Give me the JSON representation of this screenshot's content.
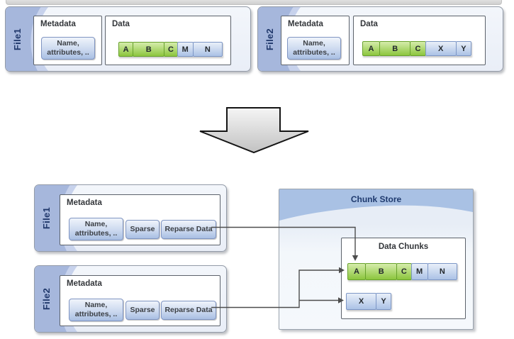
{
  "top": {
    "file1": {
      "label": "File1",
      "metadata_title": "Metadata",
      "name_button_line1": "Name,",
      "name_button_line2": "attributes, ..",
      "data_title": "Data",
      "chunks": [
        {
          "label": "A",
          "color": "green",
          "size": 20
        },
        {
          "label": "B",
          "color": "green",
          "size": 45
        },
        {
          "label": "C",
          "color": "green",
          "size": 18
        },
        {
          "label": "M",
          "color": "blue",
          "size": 22
        },
        {
          "label": "N",
          "color": "blue",
          "size": 42
        }
      ]
    },
    "file2": {
      "label": "File2",
      "metadata_title": "Metadata",
      "name_button_line1": "Name,",
      "name_button_line2": "attributes, ..",
      "data_title": "Data",
      "chunks": [
        {
          "label": "A",
          "color": "green",
          "size": 24
        },
        {
          "label": "B",
          "color": "green",
          "size": 44
        },
        {
          "label": "C",
          "color": "green",
          "size": 21
        },
        {
          "label": "X",
          "color": "blue",
          "size": 44
        },
        {
          "label": "Y",
          "color": "blue",
          "size": 21
        }
      ]
    }
  },
  "bottom": {
    "file1": {
      "label": "File1",
      "metadata_title": "Metadata",
      "name_button_line1": "Name,",
      "name_button_line2": "attributes, ..",
      "sparse_button": "Sparse",
      "reparse_button": "Reparse Data"
    },
    "file2": {
      "label": "File2",
      "metadata_title": "Metadata",
      "name_button_line1": "Name,",
      "name_button_line2": "attributes, ..",
      "sparse_button": "Sparse",
      "reparse_button": "Reparse Data"
    },
    "chunk_store": {
      "title": "Chunk Store",
      "data_chunks_title": "Data Chunks",
      "row1": [
        {
          "label": "A",
          "color": "green",
          "size": 25
        },
        {
          "label": "B",
          "color": "green",
          "size": 45
        },
        {
          "label": "C",
          "color": "green",
          "size": 20
        },
        {
          "label": "M",
          "color": "blue",
          "size": 23
        },
        {
          "label": "N",
          "color": "blue",
          "size": 42
        }
      ],
      "row2": [
        {
          "label": "X",
          "color": "blue",
          "size": 43
        },
        {
          "label": "Y",
          "color": "blue",
          "size": 21
        }
      ]
    }
  },
  "transform_arrow": {
    "direction": "down"
  },
  "colors": {
    "chunk_green": "#8cc63e",
    "chunk_blue": "#abc2e6",
    "file_band_dark": "#a6b7dc",
    "file_band_light": "#c7d2ec",
    "store_header_band": "#a9c1e4",
    "navy_text": "#1f3a6e",
    "arrow_fill_top": "#f5f5f5",
    "arrow_fill_bottom": "#c2c2c2",
    "connector_line": "#4d4d4d"
  }
}
